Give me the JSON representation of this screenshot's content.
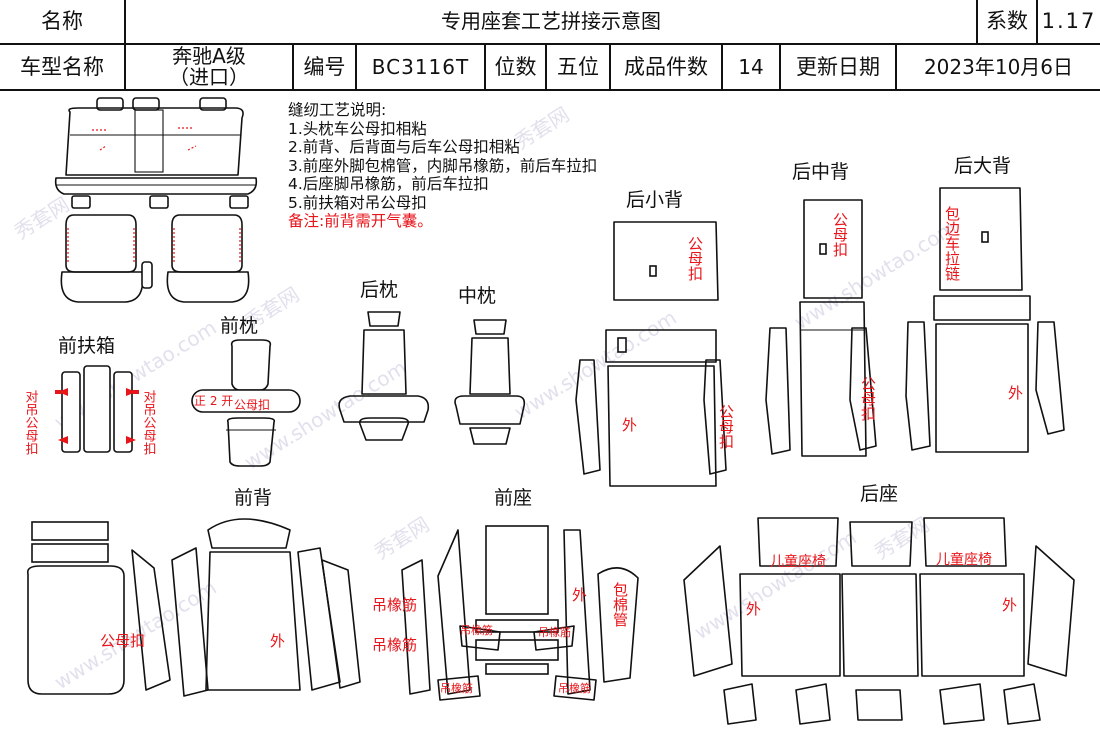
{
  "header": {
    "name_label": "名称",
    "title": "专用座套工艺拼接示意图",
    "coef_label": "系数",
    "coef_value": "1.17",
    "model_label": "车型名称",
    "model_line1": "奔驰A级",
    "model_line2": "（进口）",
    "code_label": "编号",
    "code_value": "BC3116T",
    "seats_label": "位数",
    "seats_value": "五位",
    "pieces_label": "成品件数",
    "pieces_value": "14",
    "date_label": "更新日期",
    "date_value": "2023年10月6日"
  },
  "notes": {
    "heading": "缝纫工艺说明:",
    "items": [
      "1.头枕车公母扣相粘",
      "2.前背、后背面与后车公母扣相粘",
      "3.前座外脚包棉管，内脚吊橡筋，前后车拉扣",
      "4.后座脚吊橡筋，前后车拉扣",
      "5.前扶箱对吊公母扣"
    ],
    "remark": "备注:前背需开气囊。"
  },
  "sections": {
    "front_armrest": "前扶箱",
    "front_headrest": "前枕",
    "rear_headrest": "后枕",
    "middle_headrest": "中枕",
    "rear_small_back": "后小背",
    "rear_middle_back": "后中背",
    "rear_large_back": "后大背",
    "front_back": "前背",
    "front_seat": "前座",
    "rear_seat": "后座"
  },
  "annotations": {
    "dui_diao_gong_mu_kou": "对吊公母扣",
    "gong_mu_kou": "公母扣",
    "wai": "外",
    "diao_xiang_jin": "吊橡筋",
    "bao_mian_guan": "包棉管",
    "bao_bian_che_la_lian": "包边车拉链",
    "er_tong_zuo_yi": "儿童座椅",
    "headrest_marks": "正 2 开"
  },
  "watermark": {
    "brand_cn": "秀套网",
    "site": "www.showtao.com"
  },
  "colors": {
    "outline": "#111111",
    "annotation_red": "#e8161b",
    "watermark": "#c9c9df"
  }
}
